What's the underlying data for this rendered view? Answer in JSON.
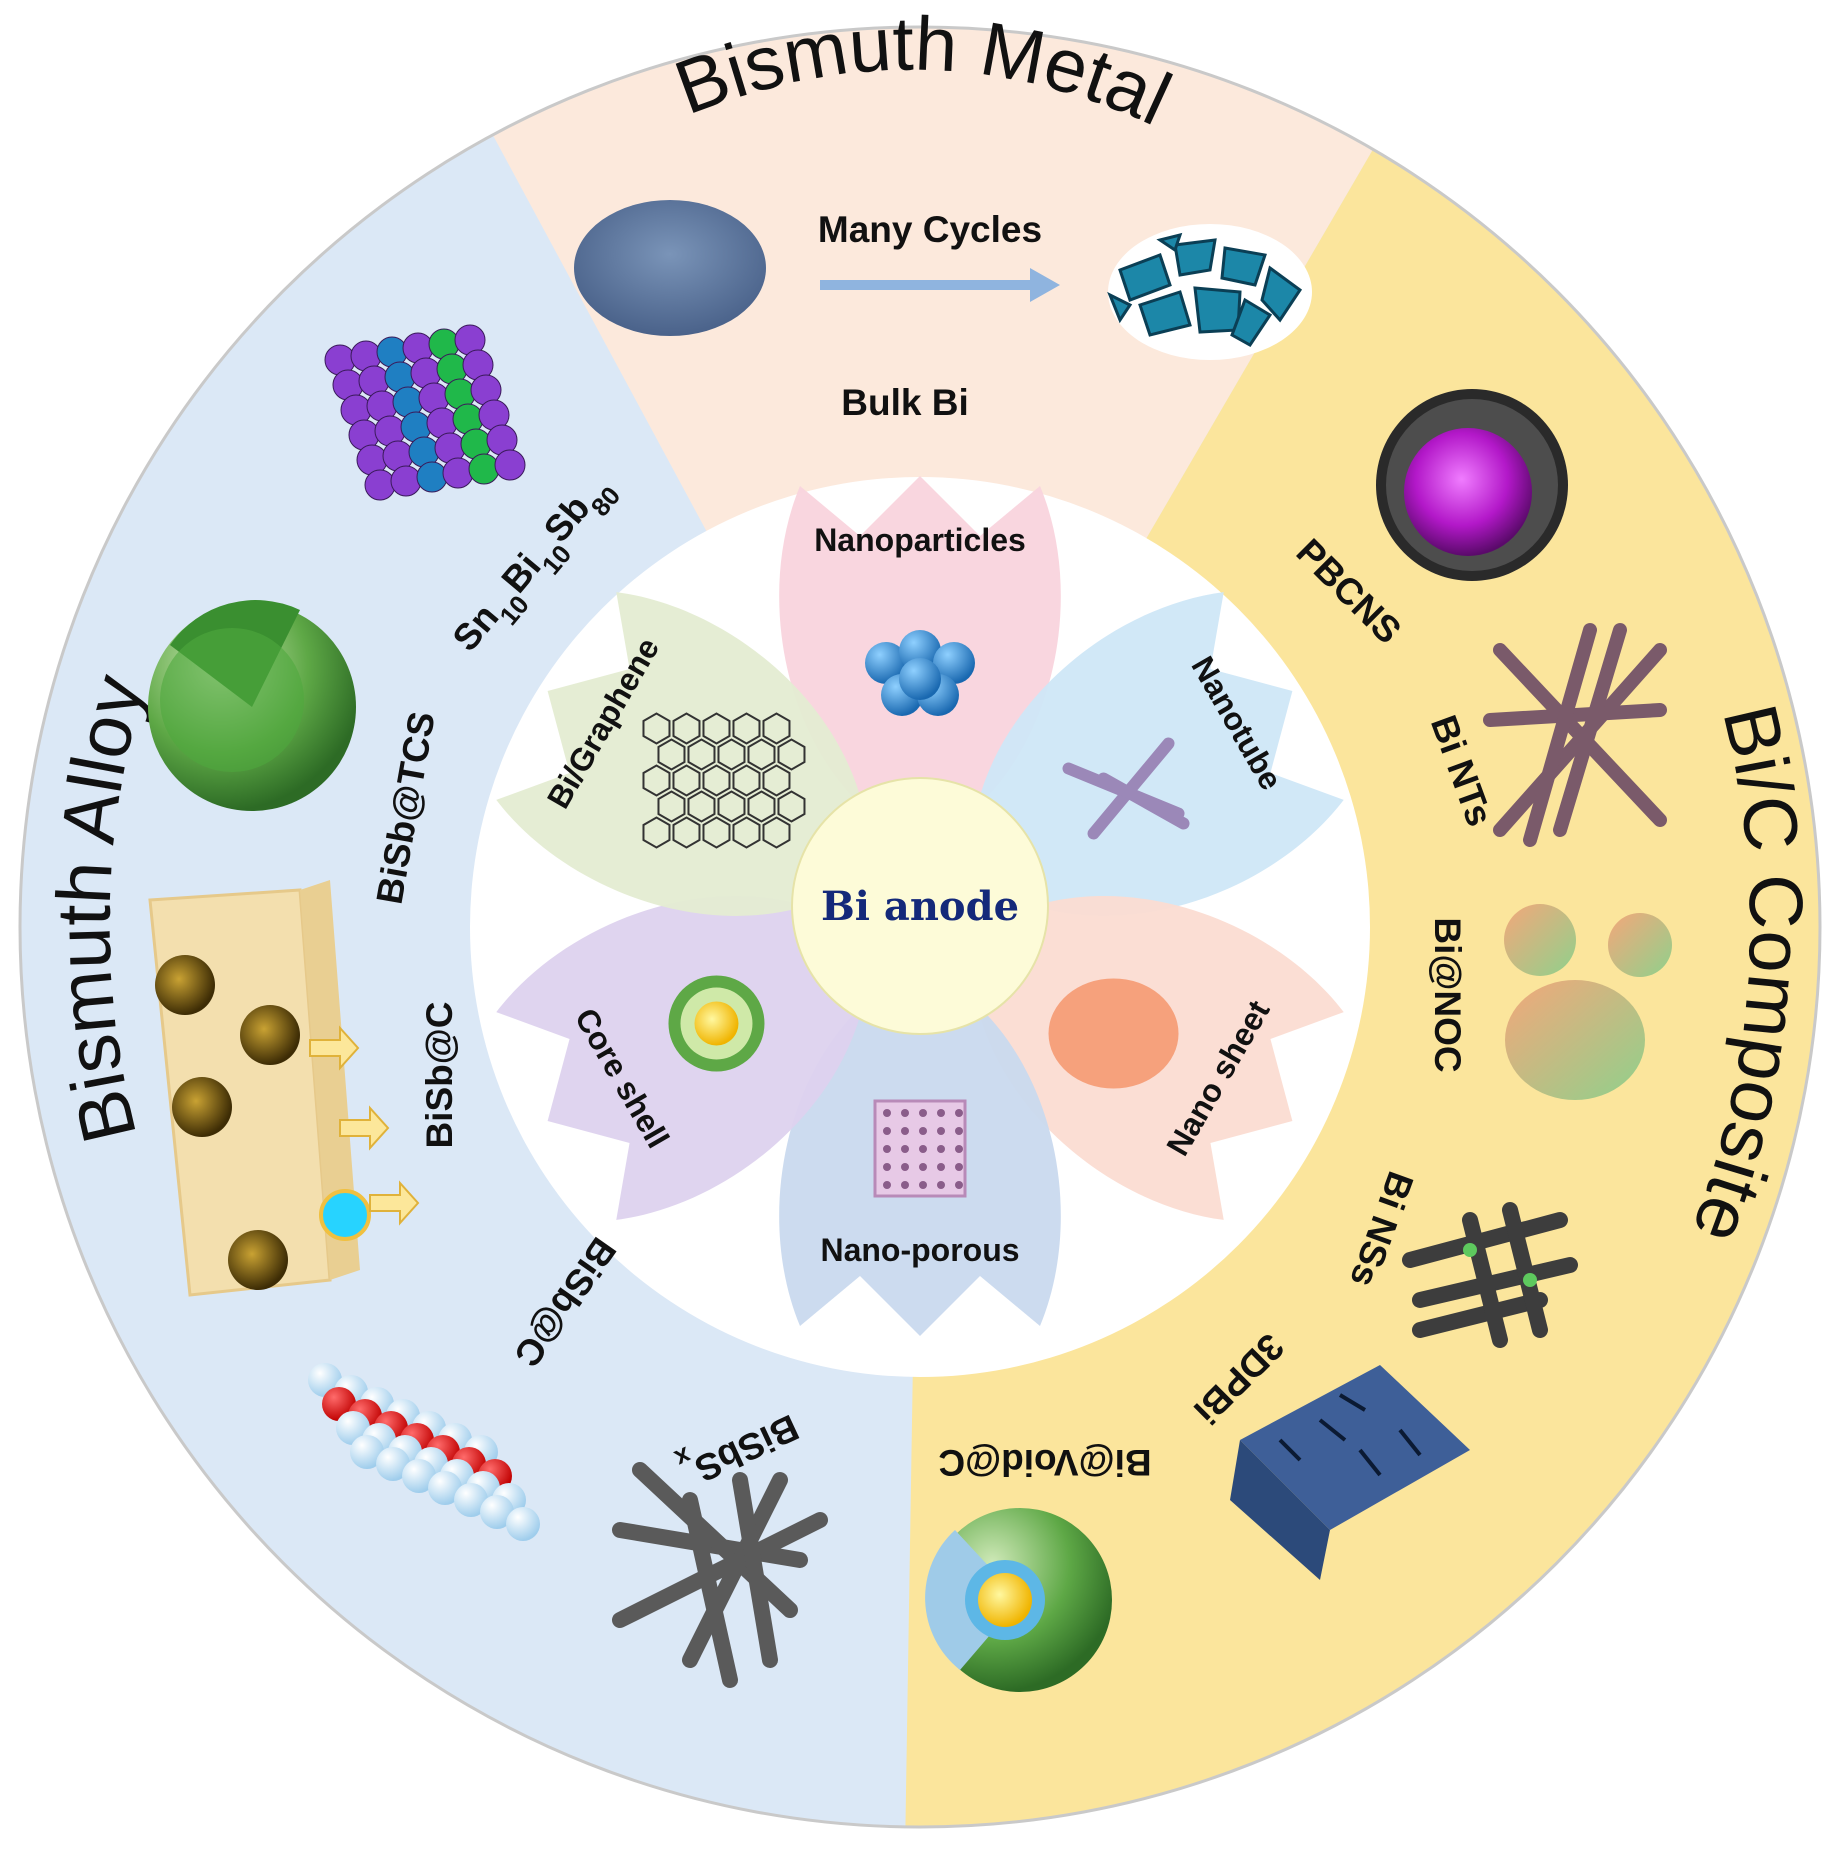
{
  "center": {
    "label": "Bi anode"
  },
  "segments": {
    "metal": {
      "title": "Bismuth Metal",
      "arrow_label": "Many Cycles",
      "caption": "Bulk Bi",
      "color": "#fce9dc"
    },
    "composite": {
      "title": "Bi/C Composite",
      "color": "#fbe59c",
      "items": [
        "PBCNS",
        "Bi NTs",
        "Bi@NOC",
        "Bi NSs",
        "3DPBi",
        "Bi@Void@C"
      ]
    },
    "alloy": {
      "title": "Bismuth Alloy",
      "color": "#dbe8f6",
      "items": [
        "Sn10Bi10Sb80",
        "BiSb@TCS",
        "BiSb@C",
        "BiSb@C",
        "BiSbSx"
      ]
    }
  },
  "petals": [
    {
      "label": "Nanoparticles",
      "color": "#f9d4dd",
      "icon": "nanoparticle-cluster-icon"
    },
    {
      "label": "Nanotube",
      "color": "#cfe7f7",
      "icon": "nanotube-icon"
    },
    {
      "label": "Nano sheet",
      "color": "#fbdcd2",
      "icon": "nanosheet-icon"
    },
    {
      "label": "Nano-porous",
      "color": "#c9d9ee",
      "icon": "porous-cube-icon"
    },
    {
      "label": "Core shell",
      "color": "#ddd2ee",
      "icon": "core-shell-sphere-icon"
    },
    {
      "label": "Bi/Graphene",
      "color": "#e4ecd2",
      "icon": "graphene-lattice-icon"
    }
  ],
  "formula_parts": {
    "sn": "Sn",
    "n1": "10",
    "bi": "Bi",
    "n2": "10",
    "sb": "Sb",
    "n3": "80",
    "bisbs": "BiSbS",
    "x": "x"
  }
}
